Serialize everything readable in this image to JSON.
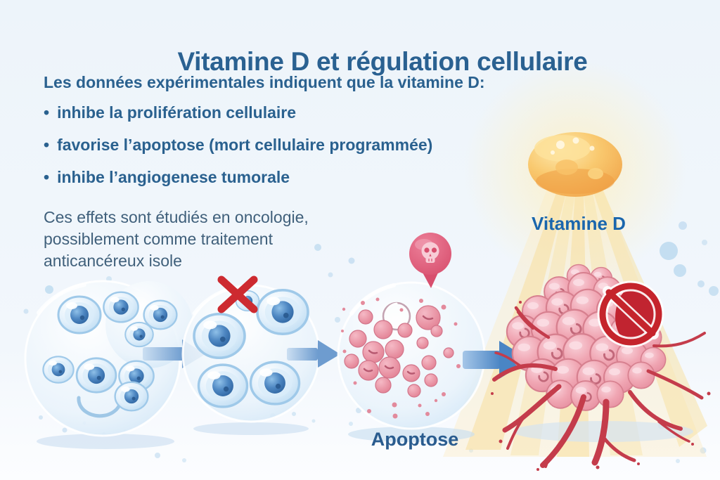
{
  "title": "Vitamine D et régulation cellulaire",
  "intro": "Les données expérimentales indiquent que la vitamine D:",
  "bullet_char": "•",
  "bullets": [
    "inhibe la prolifération cellulaire",
    "favorise l’apoptose (mort cellulaire programmée)",
    "inhibe l’angiogenese tumorale"
  ],
  "note_lines": [
    "Ces effets sont étudiés en oncologie,",
    "possiblement comme traitement",
    "anticancéreux isole"
  ],
  "labels": {
    "vitamin_d": "Vitamine D",
    "apoptose": "Apoptose"
  },
  "icons": {
    "skull": "skull-icon",
    "inhibition_cross": "red-x-icon",
    "no_entry": "no-entry-icon",
    "flow_arrows": "arrow-right-icon"
  },
  "colors": {
    "title_blue": "#2a6191",
    "body_text_blue": "#2a618f",
    "note_slate": "#40607b",
    "vitamin_label_blue": "#1a66ad",
    "apoptose_label_blue": "#2a5c8f",
    "vitamin_orange": "#f5ae55",
    "ray_yellow": "#f8df9e",
    "cell_blue": "#4e87c2",
    "apoptosis_pink": "#e27f92",
    "tumor_pink": "#f0a6b3",
    "vessel_red": "#c43c4b",
    "warning_red": "#c5242c",
    "arrow_blue": "#6e9ccf",
    "background": "#f0f6fb"
  }
}
